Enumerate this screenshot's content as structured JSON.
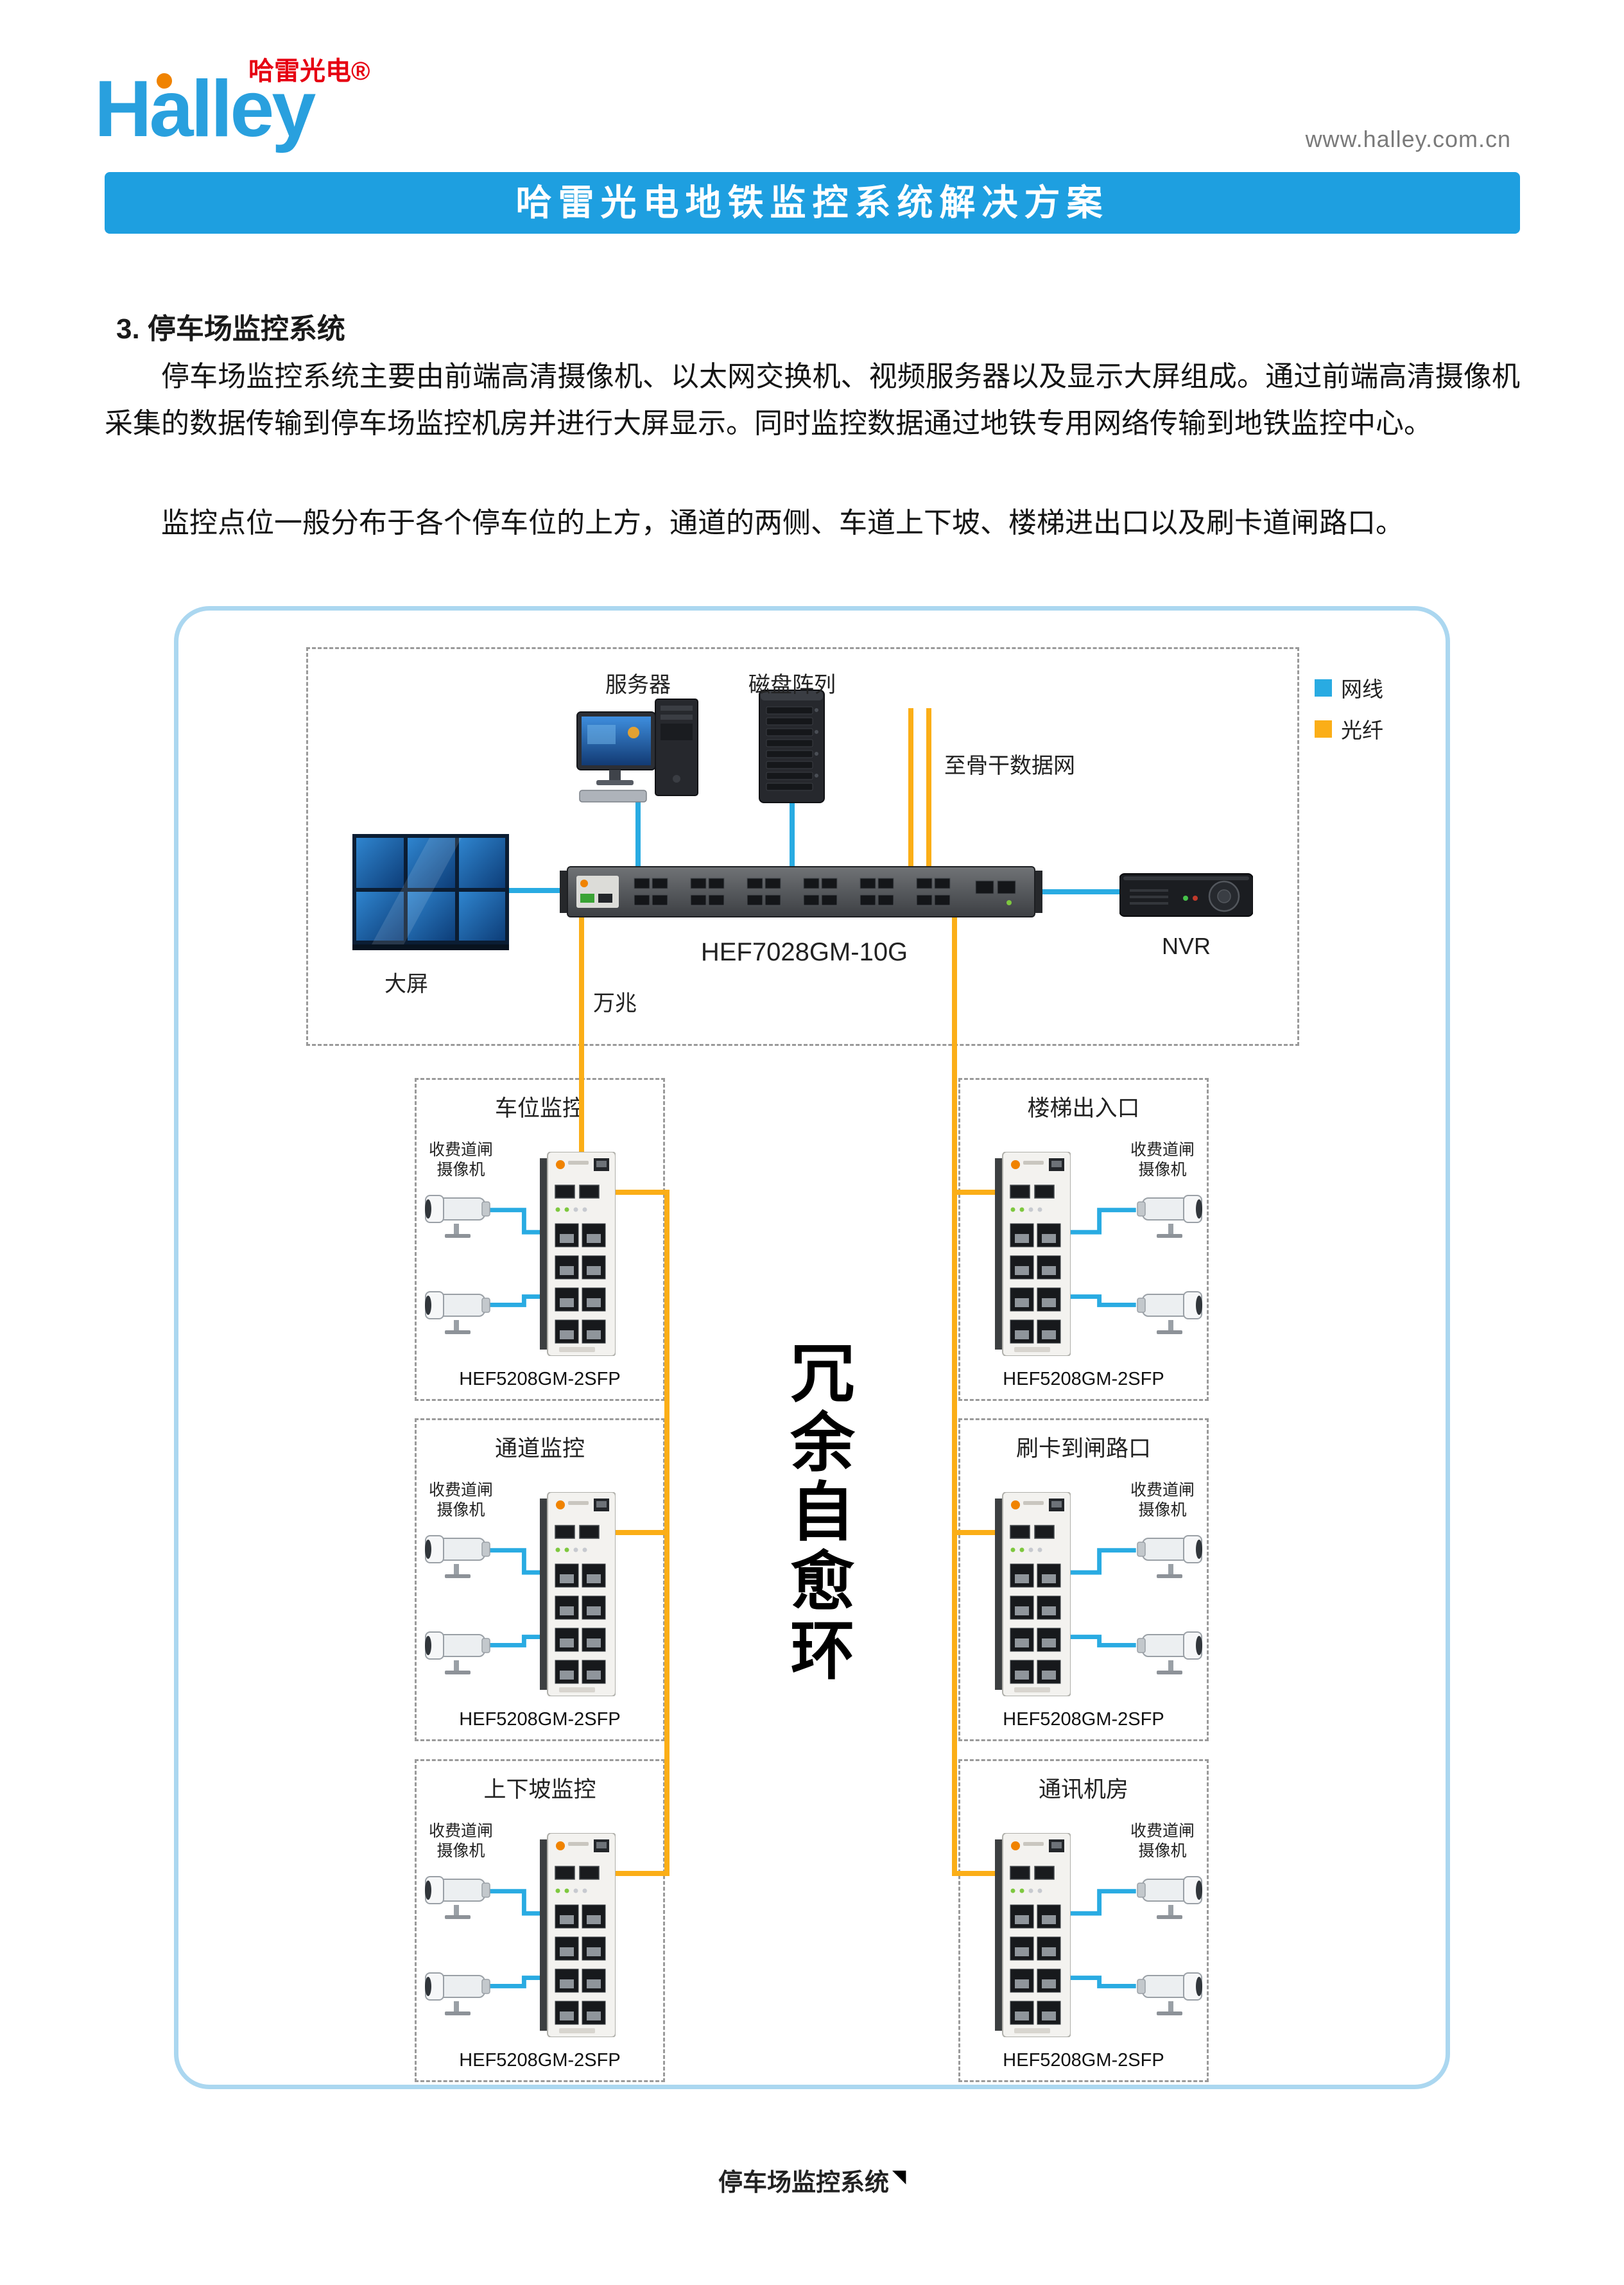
{
  "header": {
    "logo_text": "Halley",
    "logo_cn": "哈雷光电®",
    "website": "www.halley.com.cn",
    "banner": "哈雷光电地铁监控系统解决方案"
  },
  "article": {
    "heading": "3. 停车场监控系统",
    "para1": "停车场监控系统主要由前端高清摄像机、以太网交换机、视频服务器以及显示大屏组成。通过前端高清摄像机采集的数据传输到停车场监控机房并进行大屏显示。同时监控数据通过地铁专用网络传输到地铁监控中心。",
    "para2": "监控点位一般分布于各个停车位的上方，通道的两侧、车道上下坡、楼梯进出口以及刷卡道闸路口。"
  },
  "diagram": {
    "legend": [
      {
        "label": "网线",
        "color": "#29ABE2"
      },
      {
        "label": "光纤",
        "color": "#FBAE17"
      }
    ],
    "top": {
      "server_label": "服务器",
      "disk_label": "磁盘阵列",
      "backbone_label": "至骨干数据网",
      "screen_label": "大屏",
      "core_switch_model": "HEF7028GM-10G",
      "nvr_label": "NVR",
      "tenG_label": "万兆"
    },
    "ring_label": "冗余自愈环",
    "camera_label": "收费道闸摄像机",
    "access_switch_model": "HEF5208GM-2SFP",
    "boxes": [
      {
        "title": "车位监控"
      },
      {
        "title": "楼梯出入口"
      },
      {
        "title": "通道监控"
      },
      {
        "title": "刷卡到闸路口"
      },
      {
        "title": "上下坡监控"
      },
      {
        "title": "通讯机房"
      }
    ],
    "caption": "停车场监控系统"
  },
  "colors": {
    "banner_blue": "#1E9FE0",
    "logo_blue": "#29A0DE",
    "logo_red": "#E60012",
    "network_cable": "#29ABE2",
    "fiber": "#FBAE17"
  }
}
